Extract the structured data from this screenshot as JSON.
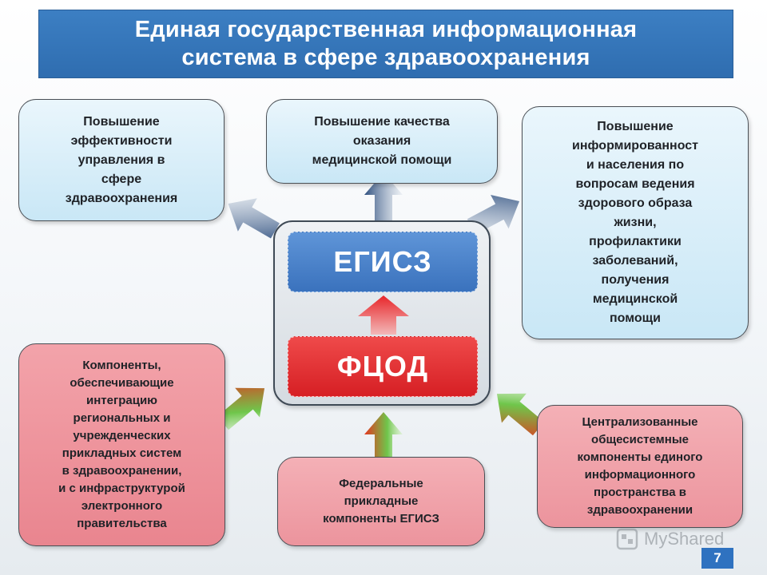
{
  "title": "Единая государственная информационная\nсистема в сфере здравоохранения",
  "center": {
    "top_label": "ЕГИСЗ",
    "bottom_label": "ФЦОД"
  },
  "outputs": {
    "left": "Повышение\nэффективности\nуправления в\nсфере\nздравоохранения",
    "middle": "Повышение качества\nоказания\nмедицинской помощи",
    "right": "Повышение\nинформированност\nи населения по\nвопросам ведения\nздорового образа\nжизни,\nпрофилактики\nзаболеваний,\nполучения\nмедицинской\nпомощи"
  },
  "inputs": {
    "left": "Компоненты,\nобеспечивающие\nинтеграцию\nрегиональных и\nучрежденческих\nприкладных систем\nв здравоохранении,\nи с инфраструктурой\nэлектронного\nправительства",
    "middle": "Федеральные\nприкладные\nкомпоненты ЕГИСЗ",
    "right": "Централизованные\nобщесистемные\nкомпоненты единого\nинформационного\nпространства в\nздравоохранении"
  },
  "watermark": "MyShared",
  "page_number": "7",
  "colors": {
    "title_bg": "#2f6db0",
    "box_blue": "#c9e7f6",
    "box_pink": "#e9858f",
    "egisz_blue": "#3a72bd",
    "fcod_red": "#d61f24"
  },
  "icons": [
    "arrow-up-left-icon",
    "arrow-up-icon",
    "arrow-up-right-icon",
    "arrow-green-red-icon",
    "myshared-logo-icon"
  ]
}
